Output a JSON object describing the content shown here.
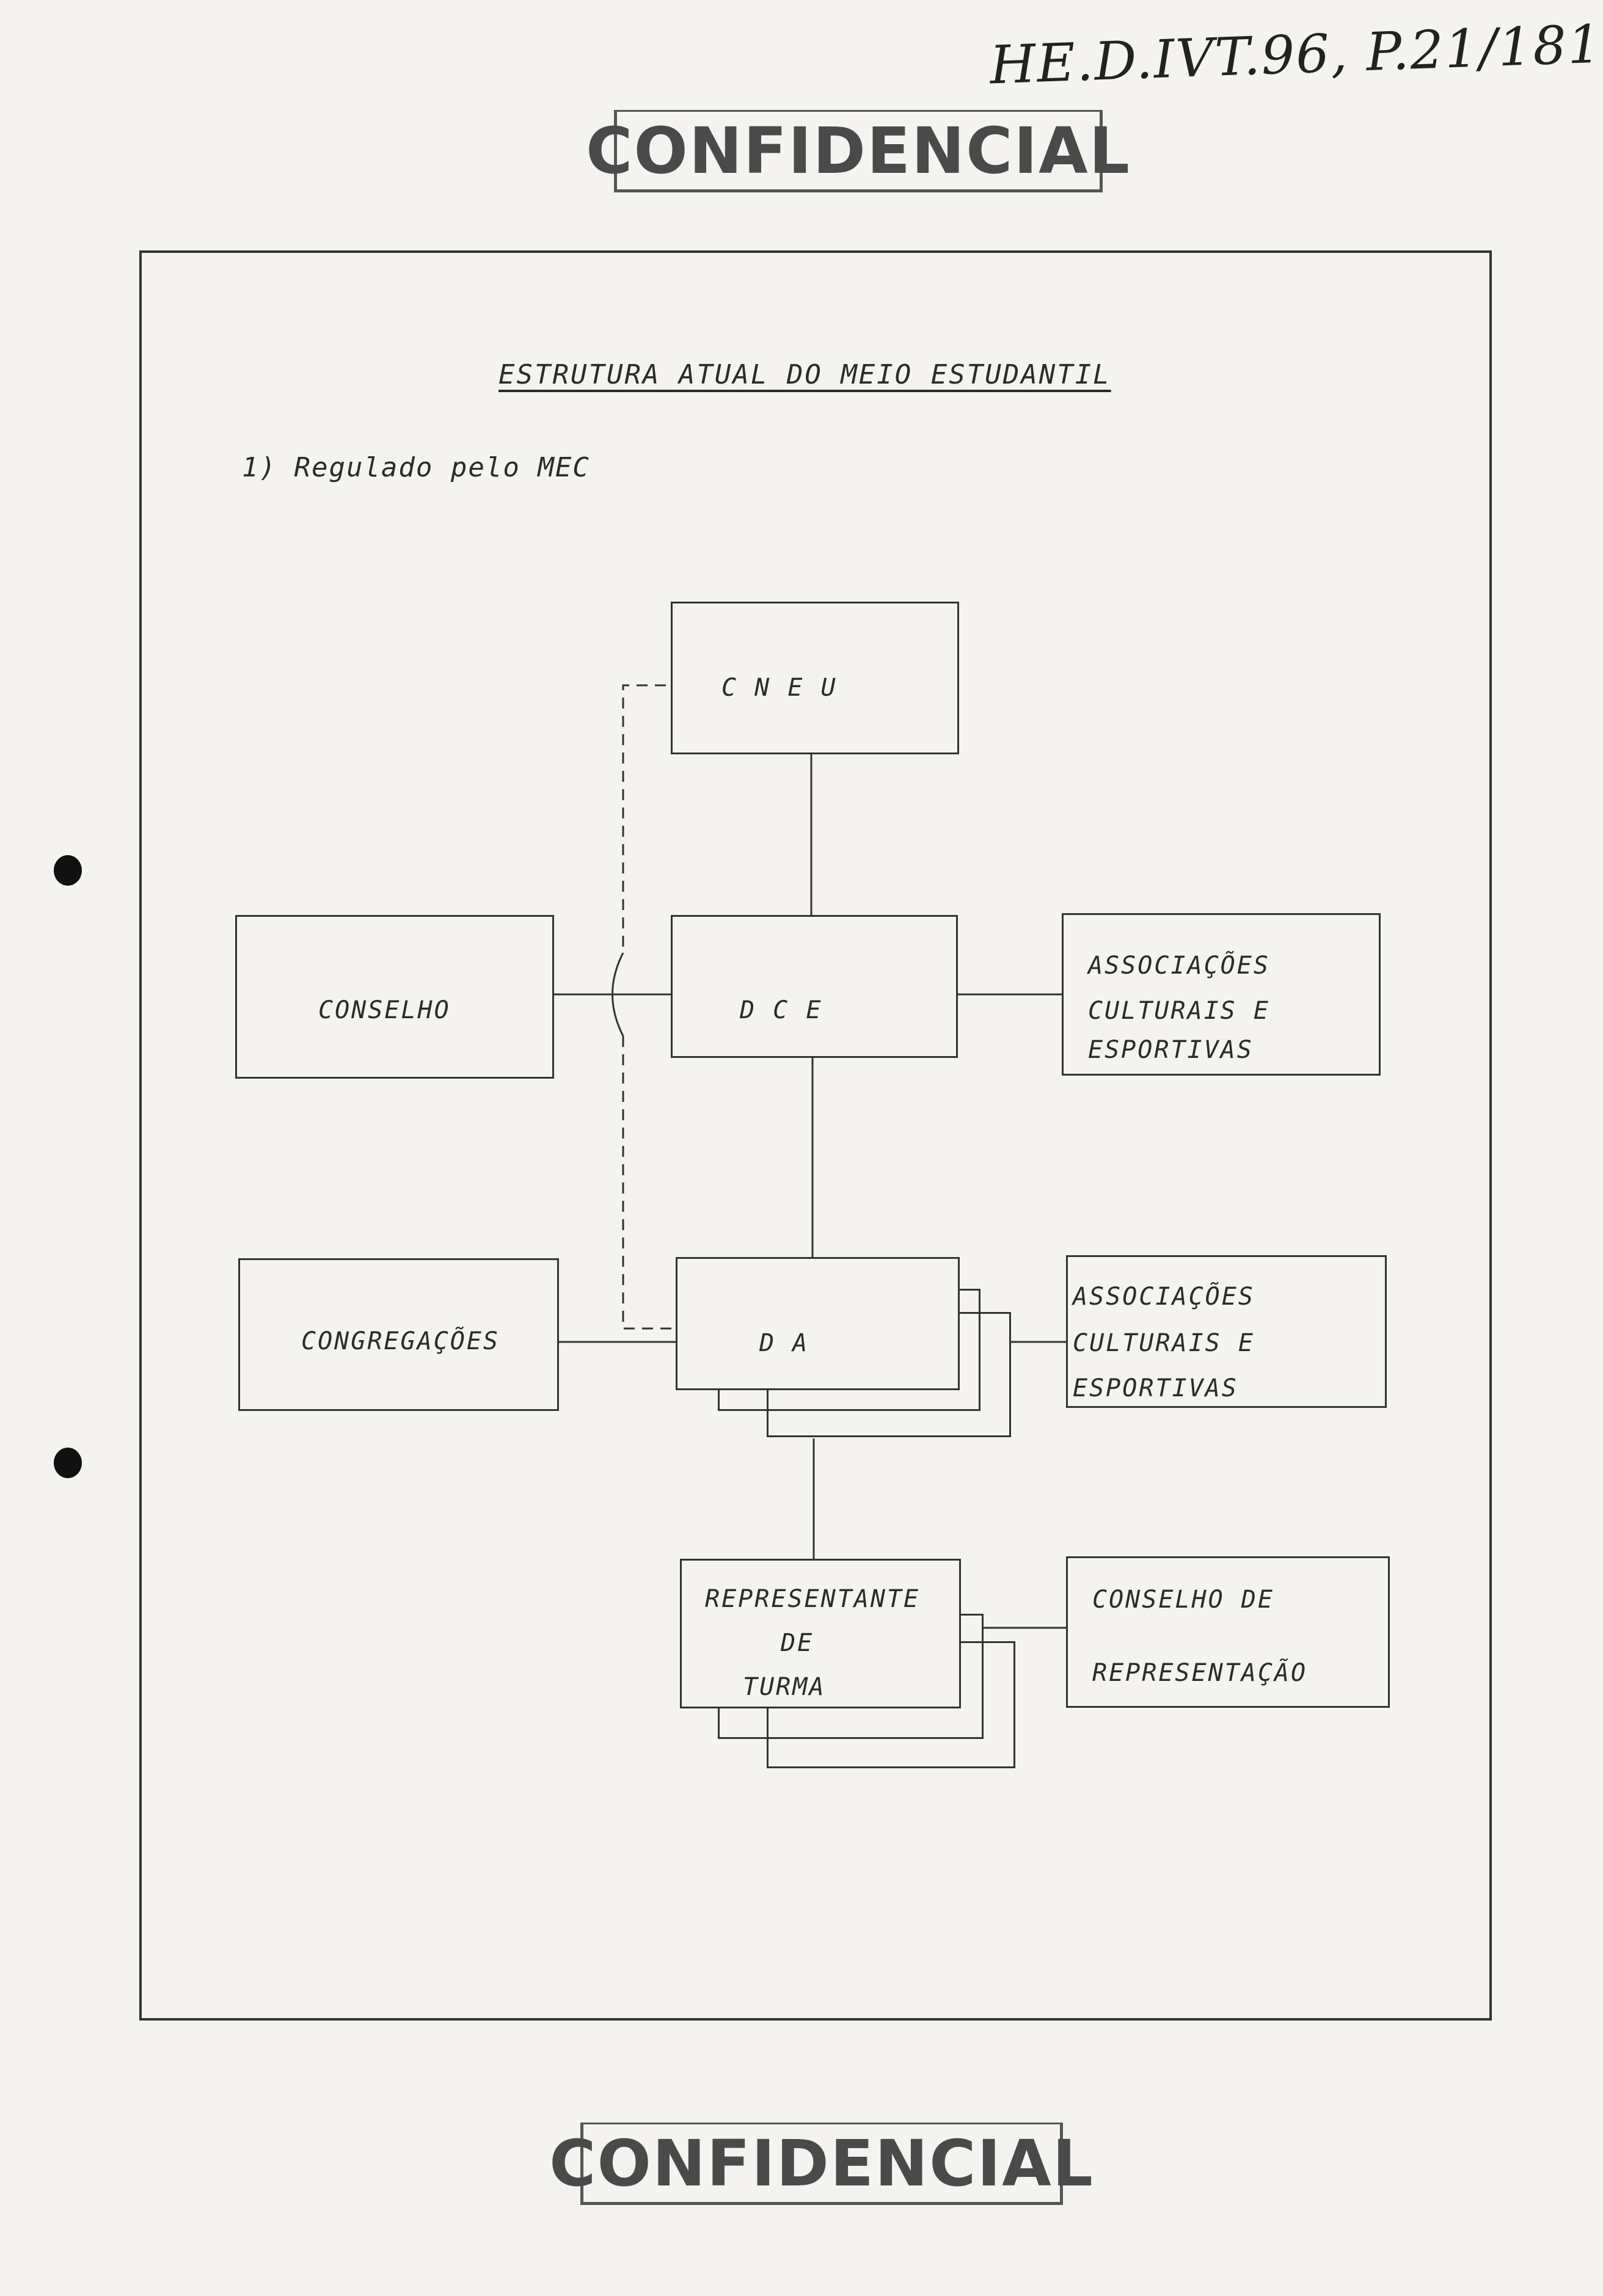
{
  "archive_ref": "HE.D.IVT.96, P.21/181",
  "stamp_top": "CONFIDENCIAL",
  "stamp_bottom": "CONFIDENCIAL",
  "title": "ESTRUTURA ATUAL DO MEIO ESTUDANTIL",
  "subtitle": "1) Regulado pelo MEC",
  "nodes": {
    "cneu": "C N E U",
    "dce": "D  C  E",
    "conselho": "CONSELHO",
    "assoc1": [
      "ASSOCIAÇÕES",
      "CULTURAIS   E",
      "ESPORTIVAS"
    ],
    "congregacoes": "CONGREGAÇÕES",
    "da": "D    A",
    "assoc2": [
      "ASSOCIAÇÕES",
      "CULTURAIS    E",
      "ESPORTIVAS"
    ],
    "representante": [
      "REPRESENTANTE",
      "DE",
      "TURMA"
    ],
    "conselho_rep": [
      "CONSELHO      DE",
      "REPRESENTAÇÃO"
    ]
  }
}
